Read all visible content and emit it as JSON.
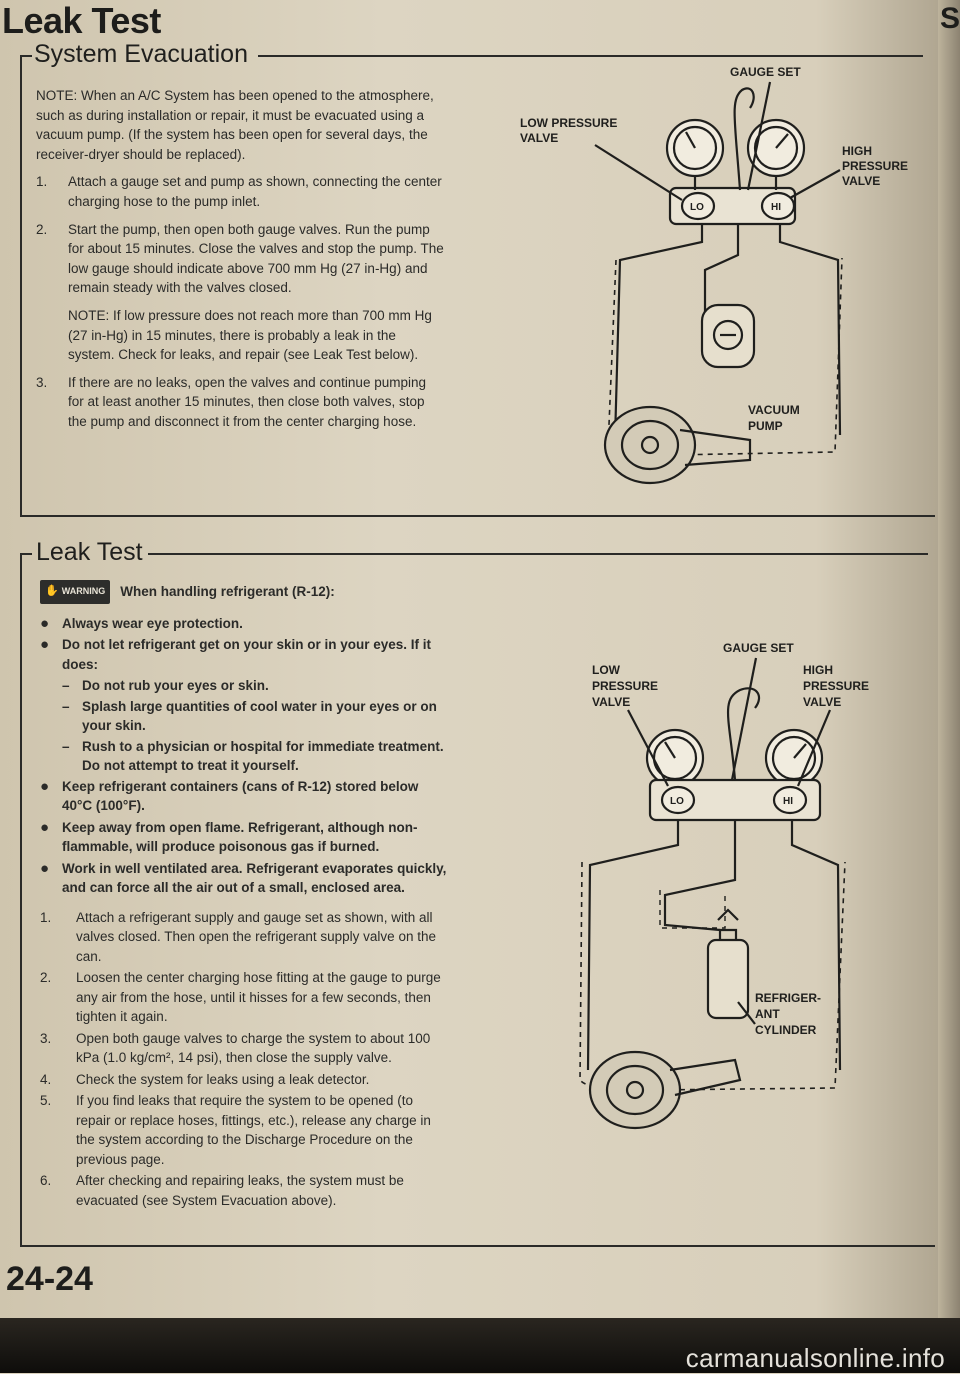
{
  "header": {
    "title": "Leak Test",
    "corner_char": "S\\"
  },
  "evacuation": {
    "title": "System Evacuation",
    "note": "NOTE: When an A/C System has been opened to the atmosphere, such as during installation or repair, it must be evacuated using a vacuum pump. (If the system has been open for several days, the receiver-dryer should be replaced).",
    "steps": [
      {
        "num": "1.",
        "text": "Attach a gauge set and pump as shown, connecting the center charging hose to the pump inlet."
      },
      {
        "num": "2.",
        "text": "Start the pump, then open both gauge valves. Run the pump for about 15 minutes. Close the valves and stop the pump. The low gauge should indicate above 700 mm Hg (27 in-Hg) and remain steady with the valves closed."
      },
      {
        "num": "3.",
        "text": "If there are no leaks, open the valves and continue pumping for at least another 15 minutes, then close both valves, stop the pump and disconnect it from the center charging hose."
      }
    ],
    "step2_note": "NOTE: If low pressure does not reach more than 700 mm Hg (27 in-Hg) in 15 minutes, there is probably a leak in the system. Check for leaks, and repair (see Leak Test below).",
    "diagram": {
      "gauge_set": "GAUGE SET",
      "low_valve_1": "LOW PRESSURE",
      "low_valve_2": "VALVE",
      "high_valve_1": "HIGH",
      "high_valve_2": "PRESSURE",
      "high_valve_3": "VALVE",
      "lo": "LO",
      "hi": "HI",
      "pump_1": "VACUUM",
      "pump_2": "PUMP"
    }
  },
  "leak": {
    "title": "Leak Test",
    "warning_badge": "WARNING",
    "warning_text": "When handling refrigerant (R-12):",
    "bullets": [
      "Always wear eye protection.",
      "Do not let refrigerant get on your skin or in your eyes. If it does:",
      "Keep refrigerant containers (cans of R-12) stored below 40°C (100°F).",
      "Keep away from open flame. Refrigerant, although non-flammable, will produce poisonous gas if burned.",
      "Work in well ventilated area. Refrigerant evaporates quickly, and can force all the air out of a small, enclosed area."
    ],
    "dashes": [
      "Do not rub your eyes or skin.",
      "Splash large quantities of cool water in your eyes or on your skin.",
      "Rush to a physician or hospital for immediate treatment. Do not attempt to treat it yourself."
    ],
    "steps": [
      {
        "num": "1.",
        "text": "Attach a refrigerant supply and gauge set as shown, with all valves closed. Then open the refrigerant supply valve on the can."
      },
      {
        "num": "2.",
        "text": "Loosen the center charging hose fitting at the gauge to purge any air from the hose, until it hisses for a few seconds, then tighten it again."
      },
      {
        "num": "3.",
        "text": "Open both gauge valves to charge the system to about 100 kPa (1.0 kg/cm², 14 psi), then close the supply valve."
      },
      {
        "num": "4.",
        "text": "Check the system for leaks using a leak detector."
      },
      {
        "num": "5.",
        "text": "If you find leaks that require the system to be opened (to repair or replace hoses, fittings, etc.), release any charge in the system according to the Discharge Procedure on the previous page."
      },
      {
        "num": "6.",
        "text": "After checking and repairing leaks, the system must be evacuated (see System Evacuation above)."
      }
    ],
    "diagram": {
      "gauge_set": "GAUGE SET",
      "low_1": "LOW",
      "low_2": "PRESSURE",
      "low_3": "VALVE",
      "high_1": "HIGH",
      "high_2": "PRESSURE",
      "high_3": "VALVE",
      "lo": "LO",
      "hi": "HI",
      "cyl_1": "REFRIGER-",
      "cyl_2": "ANT",
      "cyl_3": "CYLINDER"
    }
  },
  "footer": {
    "page_number": "24-24",
    "watermark": "carmanualsonline.info"
  }
}
